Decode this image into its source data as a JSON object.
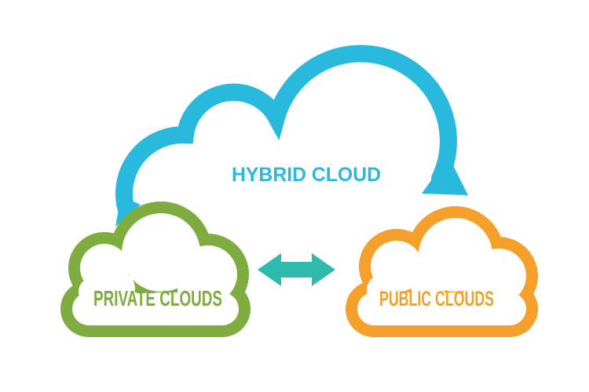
{
  "background_color": "#FFFFFF",
  "clouds": {
    "hybrid": {
      "label": "HYBRID CLOUD",
      "color": "#29B9DC"
    },
    "private": {
      "label": "PRIVATE CLOUDS",
      "color": "#7EAC3F"
    },
    "public": {
      "label": "PUBLIC CLOUDS",
      "color": "#F5A02B"
    }
  },
  "arrow": {
    "icon": "bidirectional-arrow-icon",
    "color": "#2EBBAD"
  }
}
